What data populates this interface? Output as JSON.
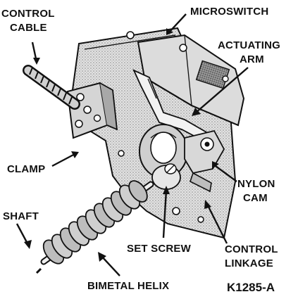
{
  "figure": {
    "code": "K1285-A",
    "labels": {
      "control_cable": [
        "CONTROL",
        "CABLE"
      ],
      "microswitch": "MICROSWITCH",
      "actuating_arm": [
        "ACTUATING",
        "ARM"
      ],
      "clamp": "CLAMP",
      "nylon_cam": [
        "NYLON",
        "CAM"
      ],
      "shaft": "SHAFT",
      "set_screw": "SET SCREW",
      "control_linkage": [
        "CONTROL",
        "LINKAGE"
      ],
      "bimetal_helix": "BIMETAL HELIX"
    }
  },
  "colors": {
    "ink": "#111111",
    "light_shade": "#d4d4d4",
    "mid_shade": "#a9a9a9",
    "dark_shade": "#6e6e6e",
    "background": "#ffffff"
  }
}
